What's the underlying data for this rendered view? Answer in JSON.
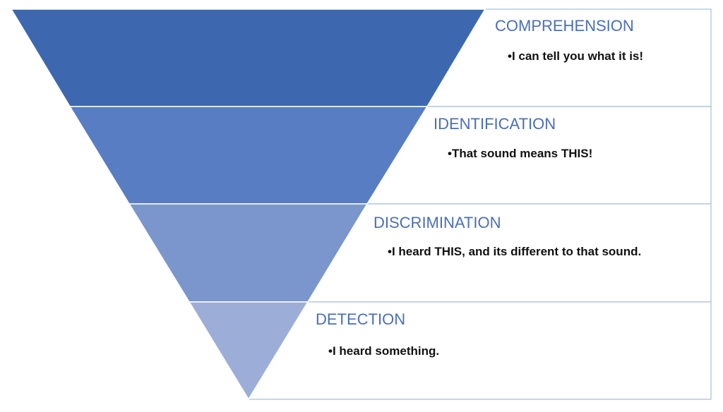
{
  "levels": [
    {
      "title": "COMPREHENSION",
      "description": "I can tell you what it is!",
      "color": "#3d68b0"
    },
    {
      "title": "IDENTIFICATION",
      "description": "That sound means THIS!",
      "color": "#587dc2"
    },
    {
      "title": "DISCRIMINATION",
      "description": "I heard THIS, and its different to that sound.",
      "color": "#7b95cd"
    },
    {
      "title": "DETECTION",
      "description": "I heard something.",
      "color": "#9caed8"
    }
  ],
  "bullet": "•"
}
